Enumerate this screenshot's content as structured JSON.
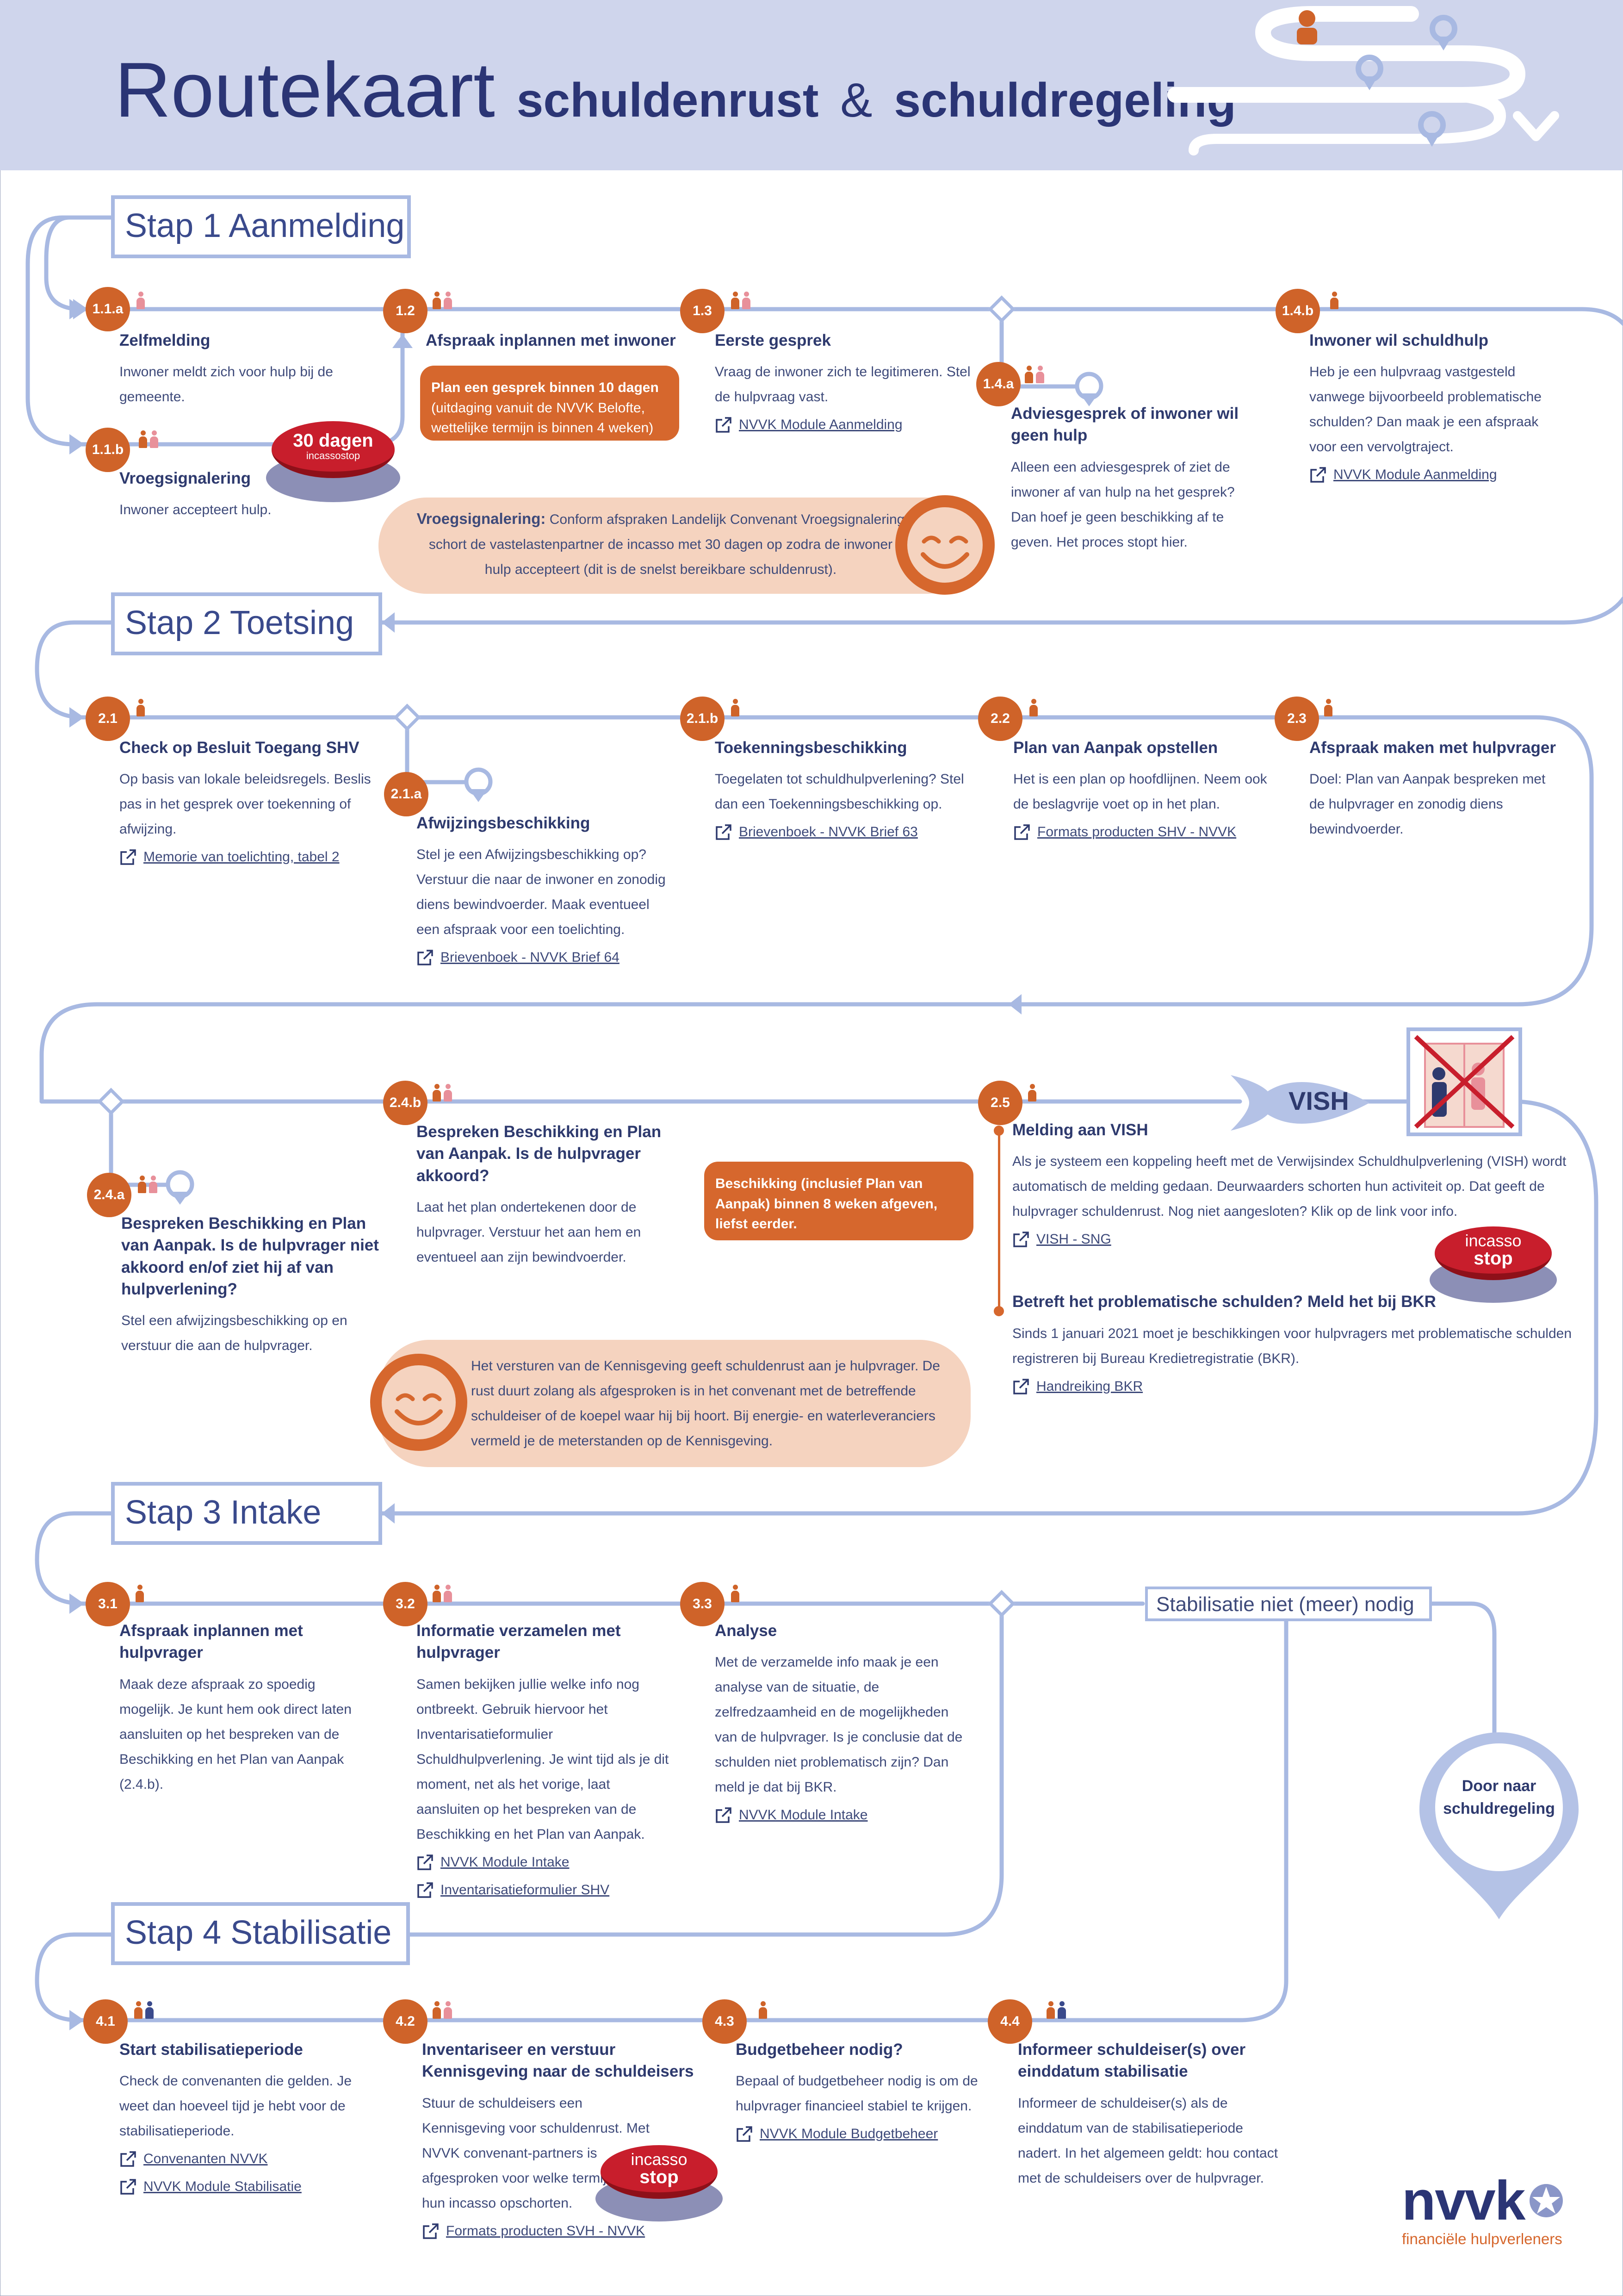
{
  "header": {
    "title_light": "Routekaart",
    "title_bold_1": "schuldenrust",
    "title_amp": "&",
    "title_bold_2": "schuldregeling"
  },
  "steps": {
    "s1": "Stap 1 Aanmelding",
    "s2": "Stap 2 Toetsing",
    "s3": "Stap 3 Intake",
    "s4": "Stap 4 Stabilisatie"
  },
  "nodes": {
    "n11a": {
      "num": "1.1.a",
      "title": "Zelfmelding",
      "text": "Inwoner meldt zich voor hulp bij de gemeente."
    },
    "n11b": {
      "num": "1.1.b",
      "title": "Vroegsignalering",
      "text": "Inwoner accepteert hulp."
    },
    "n12": {
      "num": "1.2",
      "title": "Afspraak inplannen met inwoner"
    },
    "n13": {
      "num": "1.3",
      "title": "Eerste gesprek",
      "text": "Vraag de inwoner zich te legitimeren. Stel de hulpvraag vast.",
      "link": "NVVK Module Aanmelding"
    },
    "n14a": {
      "num": "1.4.a",
      "title": "Adviesgesprek of inwoner wil geen hulp",
      "text": "Alleen een adviesgesprek of ziet de inwoner af van hulp na het gesprek? Dan hoef je geen beschikking af te geven. Het proces stopt hier."
    },
    "n14b": {
      "num": "1.4.b",
      "title": "Inwoner wil schuldhulp",
      "text": "Heb je een hulpvraag vastgesteld vanwege bijvoorbeeld problematische schulden?  Dan maak je een afspraak voor een vervolgtraject.",
      "link": "NVVK Module Aanmelding"
    },
    "n21": {
      "num": "2.1",
      "title": "Check op Besluit Toegang SHV",
      "text": "Op basis van lokale beleidsregels. Beslis pas in het gesprek over toekenning of afwijzing.",
      "link": "Memorie van toelichting, tabel 2"
    },
    "n21a": {
      "num": "2.1.a",
      "title": "Afwijzingsbeschikking",
      "text": "Stel je een Afwijzingsbeschikking op? Verstuur die naar de inwoner en zonodig diens bewindvoerder. Maak eventueel een afspraak voor een toelichting.",
      "link": "Brievenboek - NVVK Brief 64"
    },
    "n21b": {
      "num": "2.1.b",
      "title": "Toekenningsbeschikking",
      "text": "Toegelaten tot schuldhulpverlening? Stel dan een Toekenningsbeschikking op.",
      "link": "Brievenboek - NVVK Brief 63"
    },
    "n22": {
      "num": "2.2",
      "title": "Plan van Aanpak opstellen",
      "text": "Het is een plan op hoofdlijnen. Neem ook de beslagvrije voet op in het plan.",
      "link": "Formats producten SHV - NVVK"
    },
    "n23": {
      "num": "2.3",
      "title": "Afspraak maken met hulpvrager",
      "text": "Doel: Plan van Aanpak bespreken met de hulpvrager en zonodig diens bewindvoerder."
    },
    "n24a": {
      "num": "2.4.a",
      "title": "Bespreken Beschikking en Plan van Aanpak. Is de hulpvrager niet akkoord en/of ziet hij af van hulpverlening?",
      "text": "Stel een afwijzingsbeschikking op en verstuur die aan de hulpvrager."
    },
    "n24b": {
      "num": "2.4.b",
      "title": "Bespreken Beschikking en Plan van Aanpak. Is de hulpvrager akkoord?",
      "text": "Laat het plan ondertekenen door de hulpvrager. Verstuur het aan hem en eventueel aan zijn bewindvoerder."
    },
    "n25": {
      "num": "2.5",
      "title_a": "Melding aan VISH",
      "text_a": "Als je systeem een koppeling heeft met de Verwijsindex Schuldhulpverlening (VISH) wordt automatisch de melding gedaan. Deurwaarders schorten hun activiteit op. Dat geeft de hulpvrager schuldenrust. Nog niet aangesloten? Klik op de link voor info.",
      "link_a": "VISH - SNG",
      "title_b": "Betreft het problematische schulden? Meld het bij BKR",
      "text_b": "Sinds 1 januari 2021 moet je beschikkingen voor hulpvragers  met problematische schulden registreren bij Bureau Kredietregistratie (BKR).",
      "link_b": "Handreiking BKR"
    },
    "n31": {
      "num": "3.1",
      "title": "Afspraak inplannen met hulpvrager",
      "text": "Maak deze afspraak zo spoedig mogelijk. Je kunt hem ook direct laten aansluiten op het bespreken van de Beschikking en het Plan van Aanpak (2.4.b)."
    },
    "n32": {
      "num": "3.2",
      "title": "Informatie verzamelen met hulpvrager",
      "text": "Samen bekijken jullie welke info nog ontbreekt. Gebruik hiervoor het Inventarisatieformulier Schuldhulpverlening. Je wint tijd als je dit moment, net als het vorige, laat aansluiten op het bespreken van de Beschikking en het Plan van Aanpak.",
      "link1": "NVVK Module Intake",
      "link2": "Inventarisatieformulier SHV"
    },
    "n33": {
      "num": "3.3",
      "title": "Analyse",
      "text": "Met de verzamelde info maak je een analyse van de situatie, de zelfredzaamheid en de mogelijkheden van de hulpvrager. Is je conclusie dat de schulden niet problematisch zijn? Dan meld je dat bij BKR.",
      "link": "NVVK Module Intake"
    },
    "n41": {
      "num": "4.1",
      "title": "Start stabilisatieperiode",
      "text": "Check de convenanten die gelden. Je weet dan hoeveel tijd je hebt voor de stabilisatieperiode.",
      "link1": "Convenanten NVVK",
      "link2": "NVVK Module Stabilisatie"
    },
    "n42": {
      "num": "4.2",
      "title": "Inventariseer en verstuur Kennisgeving naar de schuldeisers",
      "text": "Stuur de schuldeisers een Kennisgeving voor schuldenrust. Met NVVK convenant-partners is afgesproken voor welke termijn ze hun incasso opschorten.",
      "link": "Formats producten SVH - NVVK"
    },
    "n43": {
      "num": "4.3",
      "title": "Budgetbeheer nodig?",
      "text": "Bepaal of budgetbeheer nodig is om de hulpvrager financieel stabiel te krijgen.",
      "link": "NVVK Module Budgetbeheer"
    },
    "n44": {
      "num": "4.4",
      "title": "Informeer schuldeiser(s) over einddatum stabilisatie",
      "text": "Informeer de schuldeiser(s) als de einddatum van de stabilisatieperiode nadert. In het algemeen geldt: hou contact met de schuldeisers over de hulpvrager."
    }
  },
  "callouts": {
    "plan10": {
      "line1": "Plan een gesprek binnen 10 dagen",
      "line2": "(uitdaging vanuit de NVVK Belofte, wettelijke termijn is binnen 4 weken)"
    },
    "vroeg": {
      "label": "Vroegsignalering:",
      "text": "Conform afspraken Landelijk Convenant Vroegsignalering schort de vastelastenpartner de incasso met 30 dagen op zodra de inwoner hulp accepteert (dit is de snelst bereikbare schuldenrust)."
    },
    "beschikking": "Beschikking (inclusief Plan van Aanpak) binnen  8 weken afgeven, liefst eerder.",
    "kennisgeving": "Het versturen van de Kennisgeving geeft schuldenrust aan je hulpvrager. De rust duurt zolang als afgesproken is in het convenant met de betreffende schuldeiser of de koepel waar hij bij hoort. Bij energie- en waterleveranciers vermeld je de meterstanden op de Kennisgeving."
  },
  "stamps": {
    "s30": {
      "main": "30 dagen",
      "sub": "incassostop"
    },
    "stop1": {
      "main": "incasso",
      "sub": "stop"
    },
    "stop2": {
      "main": "incasso",
      "sub": "stop"
    }
  },
  "vish": "VISH",
  "stab_label": "Stabilisatie niet (meer) nodig",
  "destination": "Door naar schuldregeling",
  "logo": {
    "word": "nvvk",
    "sub": "financiële hulpverleners"
  },
  "colors": {
    "navy": "#2b3575",
    "orange": "#cf6329",
    "line": "#a8b9e2",
    "header_bg": "#cfd5ec",
    "peach": "#f5d3bf",
    "red": "#c81e2c"
  },
  "icons": [
    "person-icon",
    "external-link-icon",
    "smiley-icon",
    "location-pin-icon",
    "diamond-decision-icon",
    "no-bailiff-icon",
    "fish-icon"
  ]
}
